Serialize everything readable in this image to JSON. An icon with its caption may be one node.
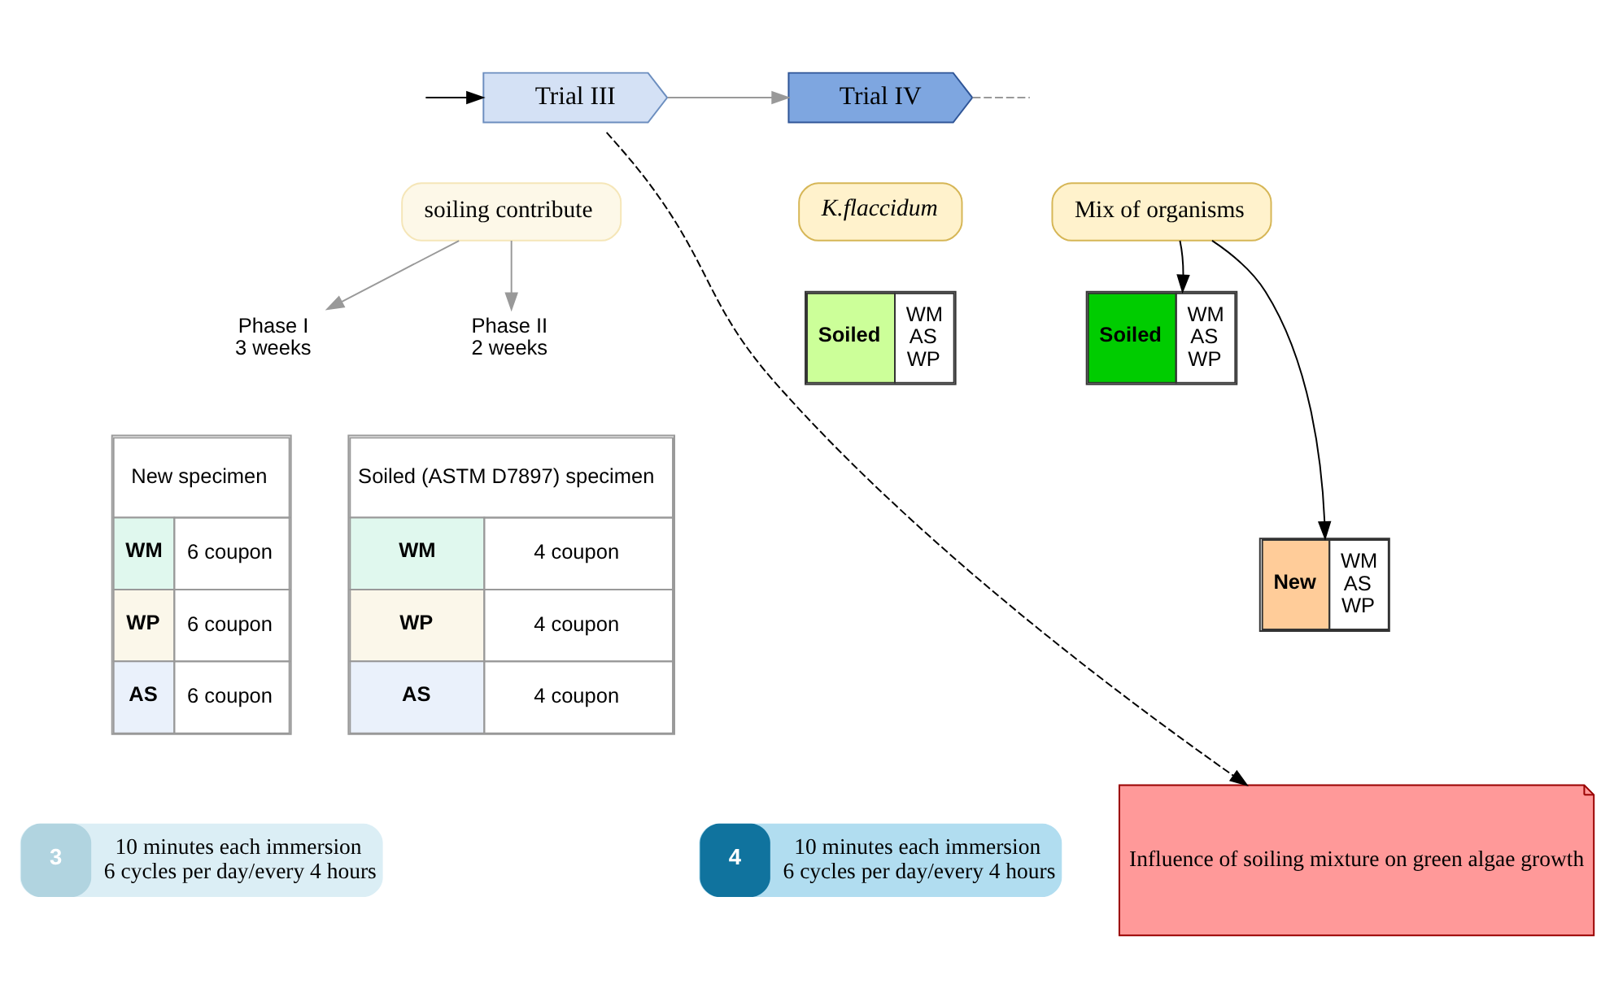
{
  "diagram": {
    "nodes": [
      {
        "text": [
          "Trial III"
        ]
      },
      {
        "text": [
          "Trial IV"
        ]
      },
      {
        "text": [
          "soiling contribute"
        ]
      },
      {
        "text": [
          "Phase I 3 weeks"
        ]
      },
      {
        "text": [
          "Phase II 2 weeks"
        ]
      },
      {
        "text": [
          "New specimen",
          "WM",
          "6 coupon",
          "WP",
          "6 coupon",
          "AS",
          "6 coupon"
        ]
      },
      {
        "text": [
          "Soiled (ASTM D7897) specimen",
          "WM",
          "4 coupon",
          "WP",
          "4 coupon",
          "AS",
          "4 coupon"
        ]
      },
      {
        "text": [
          "K.flaccidum"
        ]
      },
      {
        "text": [
          "Soiled",
          "WM AS WP"
        ]
      },
      {
        "text": [
          "Mix of organisms"
        ]
      },
      {
        "text": [
          "Soiled",
          "WM AS WP"
        ]
      },
      {
        "text": [
          "New",
          "WM AS WP"
        ]
      },
      {
        "text": [
          "Influence of soiling mixture on green algae growth"
        ]
      },
      {
        "text": [
          "3",
          "10 minutes each immersion",
          "6 cycles per day/every 4 hours"
        ]
      },
      {
        "text": [
          "4",
          "10 minutes each immersion",
          "6 cycles per day/every 4 hours"
        ]
      }
    ],
    "edges": [
      {
        "from": null,
        "to": 0,
        "arrow": "to"
      },
      {
        "from": 0,
        "to": 1,
        "arrow": "to",
        "color": "#999999"
      },
      {
        "from": 0,
        "to": 12,
        "arrow": "to",
        "style": "dashed"
      },
      {
        "from": 1,
        "to": null,
        "arrow": "none",
        "style": "dashed",
        "color": "#999999"
      },
      {
        "from": 2,
        "to": 3,
        "arrow": "to",
        "color": "#999999"
      },
      {
        "from": 2,
        "to": 4,
        "arrow": "to",
        "color": "#999999"
      },
      {
        "from": 9,
        "to": 10,
        "arrow": "to"
      },
      {
        "from": 9,
        "to": 11,
        "arrow": "to"
      }
    ]
  }
}
